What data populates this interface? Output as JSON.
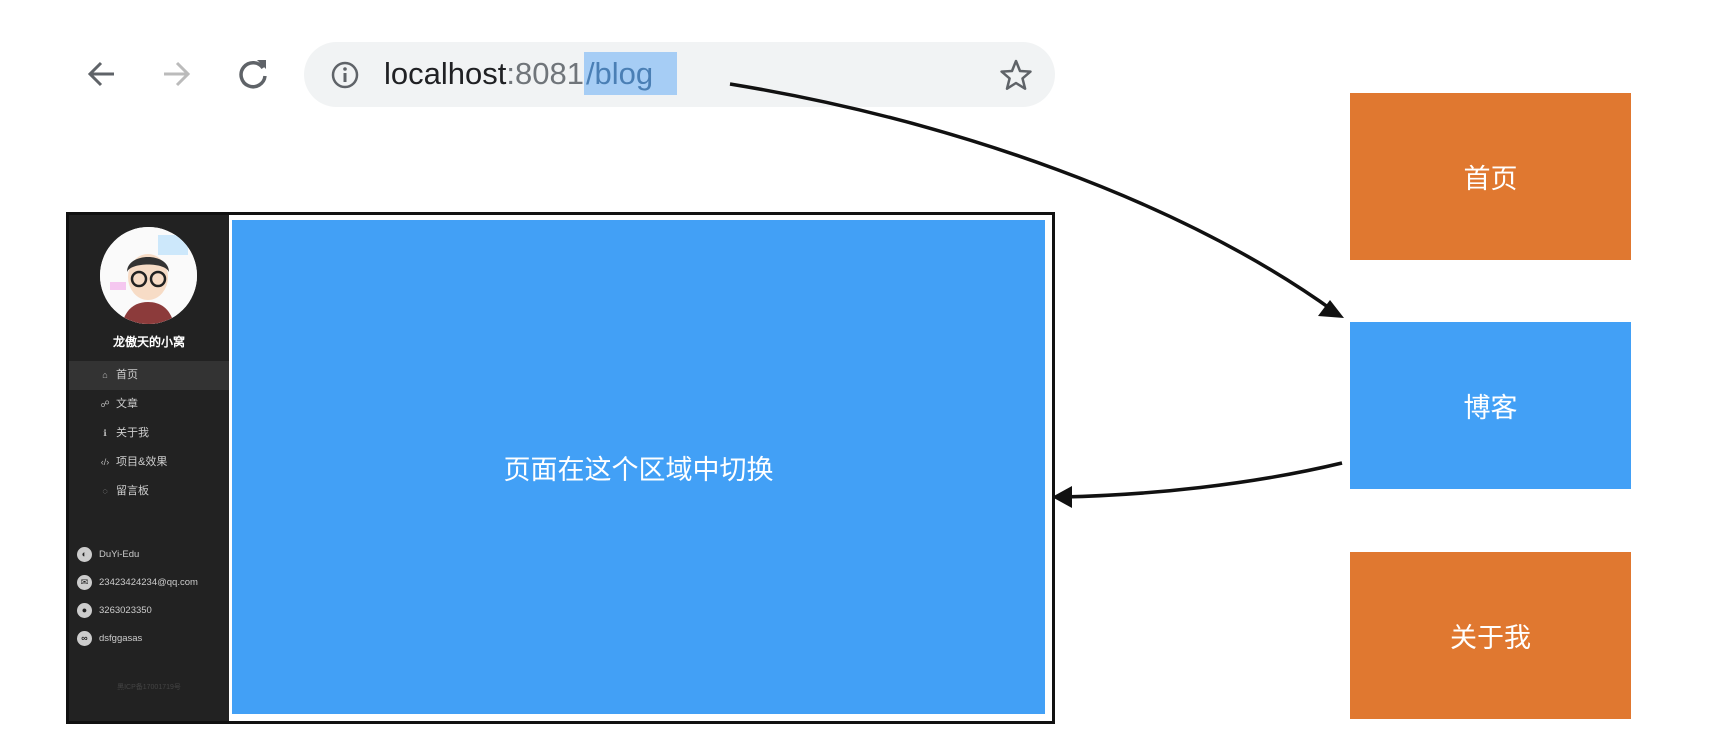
{
  "browser": {
    "url_host": "localhost",
    "url_port": ":8081",
    "url_path": "/blog",
    "icons": [
      "back-arrow-icon",
      "forward-arrow-icon",
      "reload-icon",
      "info-icon",
      "star-icon"
    ]
  },
  "app": {
    "site_name": "龙傲天的小窝",
    "menu": [
      {
        "label": "首页",
        "icon": "home-icon",
        "active": true
      },
      {
        "label": "文章",
        "icon": "blog-icon"
      },
      {
        "label": "关于我",
        "icon": "info-icon"
      },
      {
        "label": "项目&效果",
        "icon": "code-icon"
      },
      {
        "label": "留言板",
        "icon": "chat-icon"
      }
    ],
    "contacts": [
      {
        "label": "DuYi-Edu",
        "icon": "github-icon"
      },
      {
        "label": "23423424234@qq.com",
        "icon": "mail-icon"
      },
      {
        "label": "3263023350",
        "icon": "qq-icon"
      },
      {
        "label": "dsfggasas",
        "icon": "wechat-icon"
      }
    ],
    "icp": "黑ICP备17001719号",
    "content_text": "页面在这个区域中切换"
  },
  "routes": [
    {
      "label": "首页",
      "color": "#E07830"
    },
    {
      "label": "博客",
      "color": "#42A0F6"
    },
    {
      "label": "关于我",
      "color": "#E07830"
    }
  ]
}
